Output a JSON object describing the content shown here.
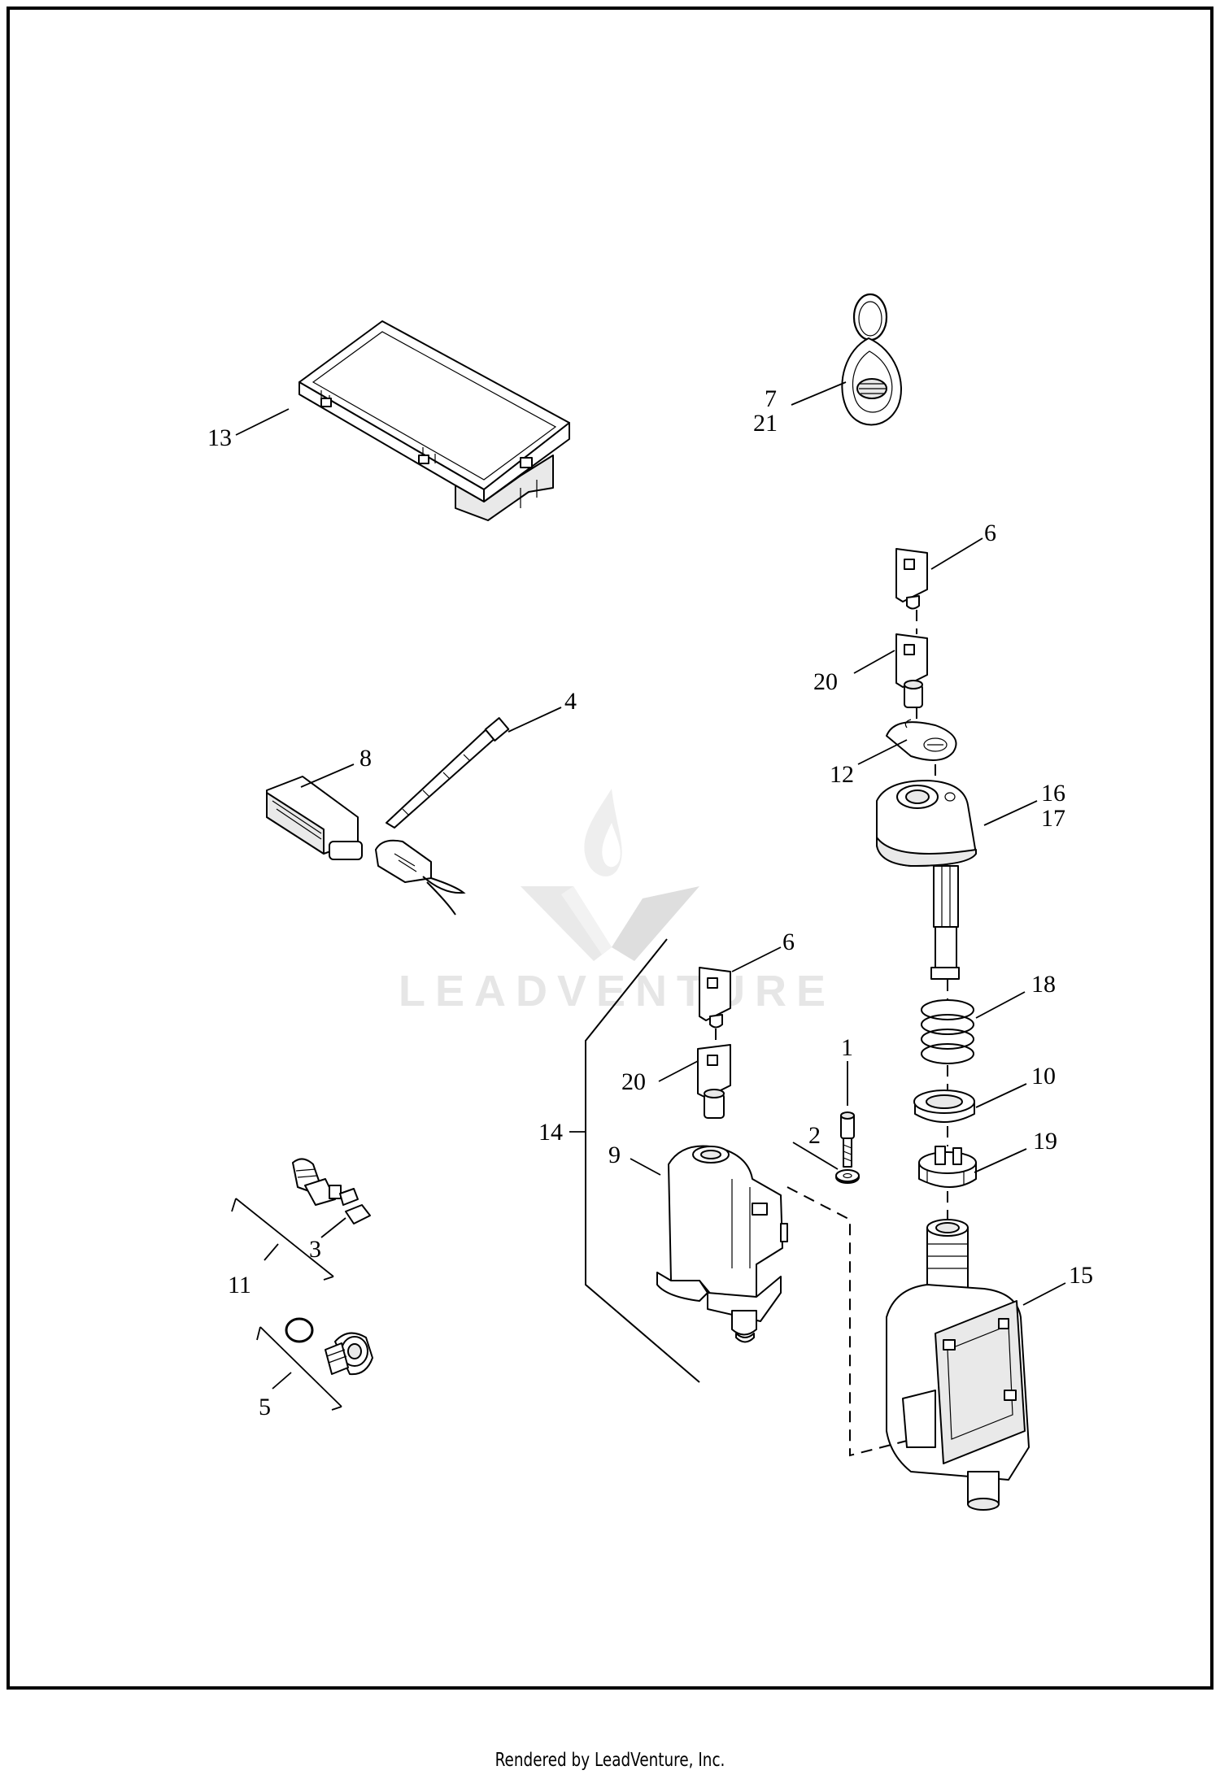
{
  "watermark": {
    "brand": "LEADVENTURE",
    "logo_icon": "flame-v-logo-icon"
  },
  "footer": {
    "text": "Rendered by LeadVenture, Inc."
  },
  "callouts": {
    "c1": "1",
    "c2": "2",
    "c3": "3",
    "c4": "4",
    "c5": "5",
    "c6a": "6",
    "c6b": "6",
    "c7": "7",
    "c8": "8",
    "c9": "9",
    "c10": "10",
    "c11": "11",
    "c12": "12",
    "c13": "13",
    "c14": "14",
    "c15": "15",
    "c16": "16",
    "c17": "17",
    "c18": "18",
    "c19": "19",
    "c20a": "20",
    "c20b": "20",
    "c21": "21"
  },
  "colors": {
    "line": "#000000",
    "watermark": "#e6e6e6",
    "background": "#ffffff"
  }
}
